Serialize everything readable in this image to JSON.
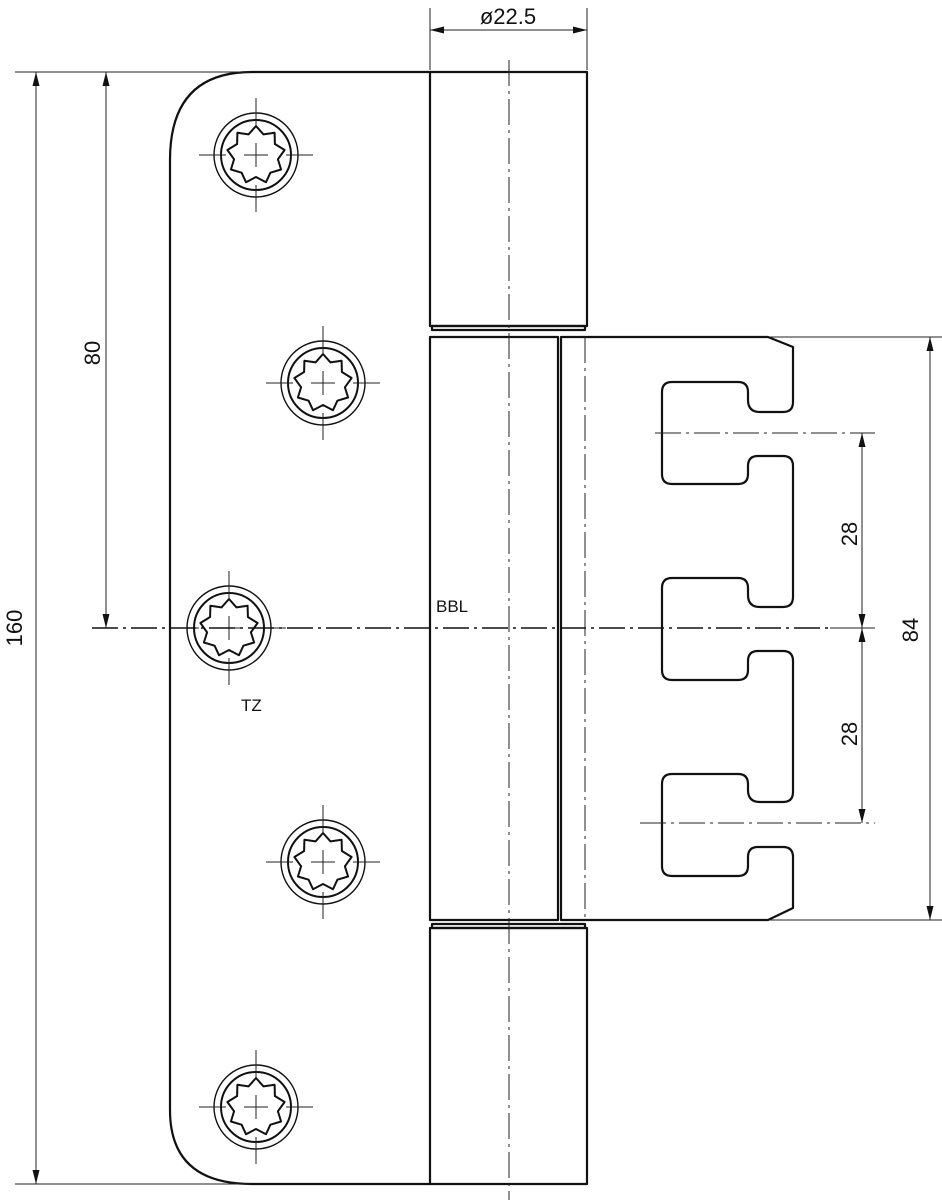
{
  "drawing": {
    "dimensions": {
      "knuckle_diameter": "ø22.5",
      "total_height": "160",
      "half_height": "80",
      "hole_spacing_upper": "28",
      "hole_spacing_lower": "28",
      "leaf_height": "84"
    },
    "labels": {
      "center_line": "BBL",
      "screw_type": "TZ"
    }
  }
}
